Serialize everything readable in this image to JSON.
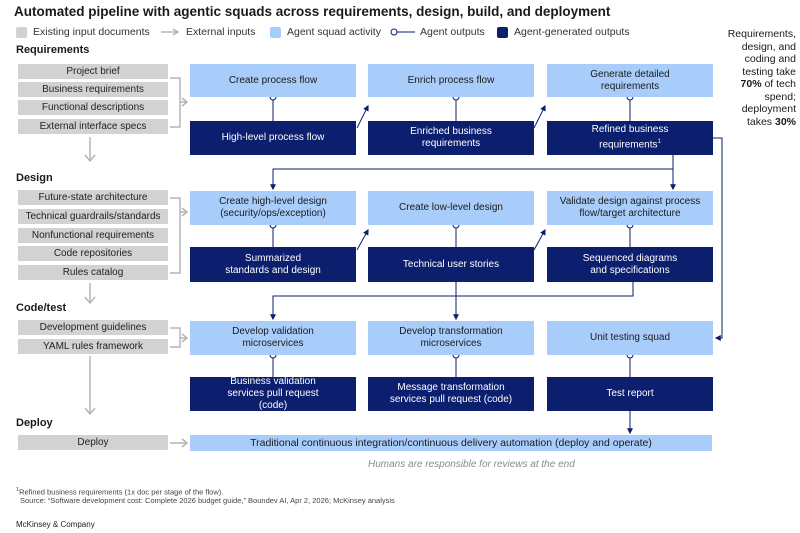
{
  "title": "Automated pipeline with agentic squads across requirements, design, build, and deployment",
  "legend": {
    "existing": "Existing input documents",
    "external": "External inputs",
    "squad": "Agent squad activity",
    "outputs": "Agent outputs",
    "generated": "Agent-generated outputs"
  },
  "sections": {
    "requirements": "Requirements",
    "design": "Design",
    "code": "Code/test",
    "deploy": "Deploy"
  },
  "inputs": {
    "requirements": [
      "Project brief",
      "Business requirements",
      "Functional descriptions",
      "External interface specs"
    ],
    "design": [
      "Future-state architecture",
      "Technical guardrails/standards",
      "Nonfunctional requirements",
      "Code repositories",
      "Rules catalog"
    ],
    "code": [
      "Development guidelines",
      "YAML rules framework"
    ],
    "deploy": [
      "Deploy"
    ]
  },
  "squads": {
    "req": [
      "Create process flow",
      "Enrich process flow",
      "Generate detailed requirements"
    ],
    "design": [
      "Create high-level design (security/ops/exception)",
      "Create low-level design",
      "Validate design against process flow/target architecture"
    ],
    "code": [
      "Develop validation microservices",
      "Develop transformation microservices",
      "Unit testing squad"
    ]
  },
  "outputs": {
    "req": [
      "High-level process flow",
      "Enriched business requirements",
      "Refined business requirements"
    ],
    "design": [
      "Summarized standards and design",
      "Technical user stories",
      "Sequenced diagrams and specifications"
    ],
    "code": [
      "Business validation services pull request (code)",
      "Message transformation services pull request (code)",
      "Test report"
    ]
  },
  "footnote_marker": "1",
  "deploy_bar": "Traditional continuous integration/continuous delivery automation (deploy and operate)",
  "humans_note": "Humans are responsible for reviews at the end",
  "side_note": {
    "pre": "Requirements, design, and coding and testing take",
    "pct1": "70%",
    "mid": "of tech spend; deployment takes",
    "pct2": "30%"
  },
  "footnote": "Refined business requirements (1x doc per stage of the flow).",
  "source": "Source: “Software development cost: Complete 2026 budget guide,” Boundev AI, Apr 2, 2026; McKinsey analysis",
  "brand": "McKinsey & Company",
  "colors": {
    "light_blue": "#a9cdfb",
    "dark_blue": "#0b1f6e",
    "gray": "#d2d2d2"
  }
}
